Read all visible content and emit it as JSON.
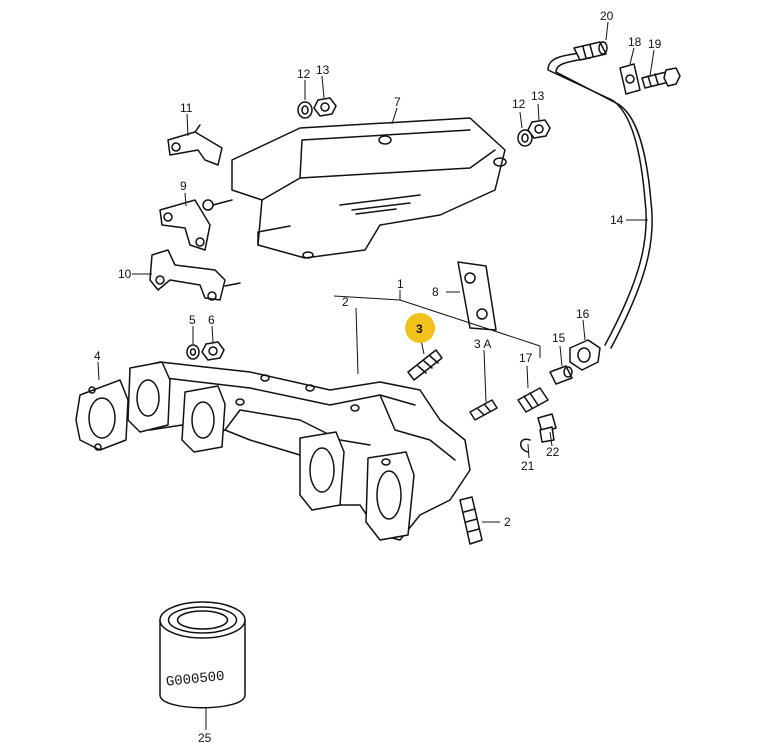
{
  "labels": {
    "p1": "1",
    "p2a": "2",
    "p2b": "2",
    "p3": "3",
    "p3a": "3 A",
    "p4": "4",
    "p5": "5",
    "p6": "6",
    "p7": "7",
    "p8": "8",
    "p9": "9",
    "p10": "10",
    "p11": "11",
    "p12a": "12",
    "p12b": "12",
    "p13a": "13",
    "p13b": "13",
    "p14": "14",
    "p15": "15",
    "p16": "16",
    "p17": "17",
    "p18": "18",
    "p19": "19",
    "p20": "20",
    "p21": "21",
    "p22": "22",
    "p25": "25"
  },
  "filter_code": "G000500",
  "highlight": {
    "label": "3",
    "color": "#f2c21a"
  }
}
